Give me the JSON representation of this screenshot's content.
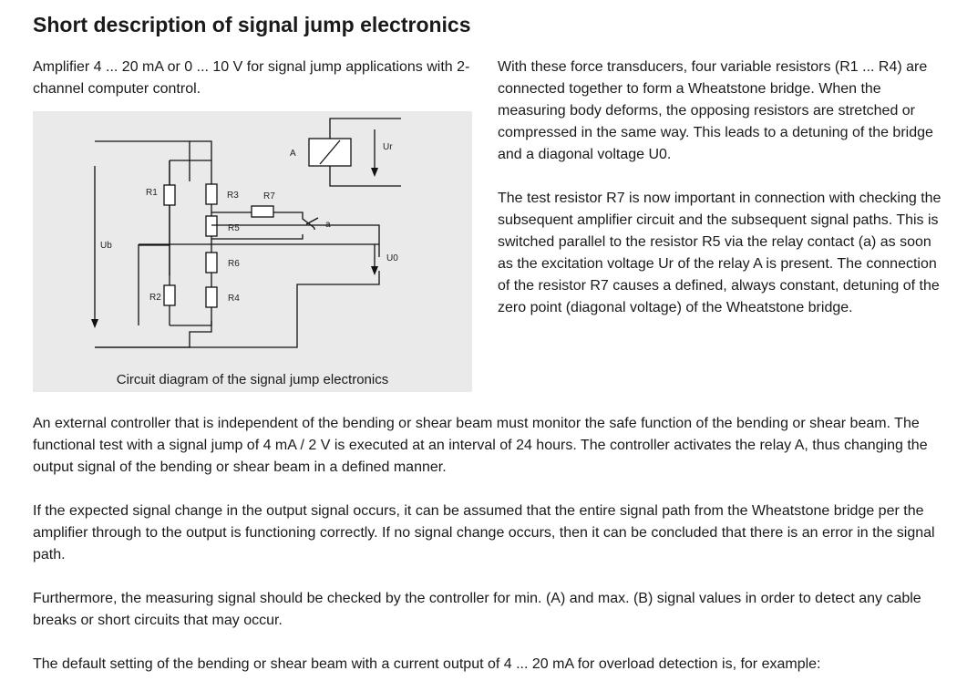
{
  "title": "Short description of signal jump electronics",
  "intro": "Amplifier 4 ... 20 mA or 0 ... 10 V for signal jump applications with 2-channel computer control.",
  "figure": {
    "caption": "Circuit diagram of the signal jump electronics",
    "labels": {
      "ub": "Ub",
      "r1": "R1",
      "r2": "R2",
      "r3": "R3",
      "r4": "R4",
      "r5": "R5",
      "r6": "R6",
      "r7": "R7",
      "a_relay": "A",
      "a_contact": "a",
      "ur": "Ur",
      "u0": "U0"
    }
  },
  "right_paragraphs": [
    "With these force transducers, four variable resistors (R1 ... R4) are connected together to form a Wheatstone bridge. When the measuring body deforms, the opposing resistors are stretched or compressed in the same way. This leads to a detuning of the bridge and a diagonal voltage U0.",
    "The test resistor R7 is now important in connection with checking the subsequent amplifier circuit and the subsequent signal paths. This is switched parallel to the resistor R5 via the relay contact (a) as soon as the excitation voltage Ur of the relay A is present. The connection of the resistor R7 causes a defined, always constant, detuning of the zero point (diagonal voltage) of the Wheatstone bridge."
  ],
  "paragraphs": [
    "An external controller that is independent of the bending or shear beam must monitor the safe function of the bending or shear beam. The functional test with a signal jump of 4 mA / 2 V is executed at an interval of 24 hours. The controller activates the relay A, thus changing the output signal of the bending or shear beam in a defined manner.",
    "If the expected signal change in the output signal occurs, it can be assumed that the entire signal path from the Wheatstone bridge per the amplifier through to the output is functioning correctly. If no signal change occurs, then it can be concluded that there is an error in the signal path.",
    "Furthermore, the measuring signal should be checked by the controller for min. (A) and max. (B) signal values in order to detect any cable breaks or short circuits that may occur.",
    "The default setting of the bending or shear beam with a current output of 4 ... 20 mA for overload detection is, for example:"
  ]
}
